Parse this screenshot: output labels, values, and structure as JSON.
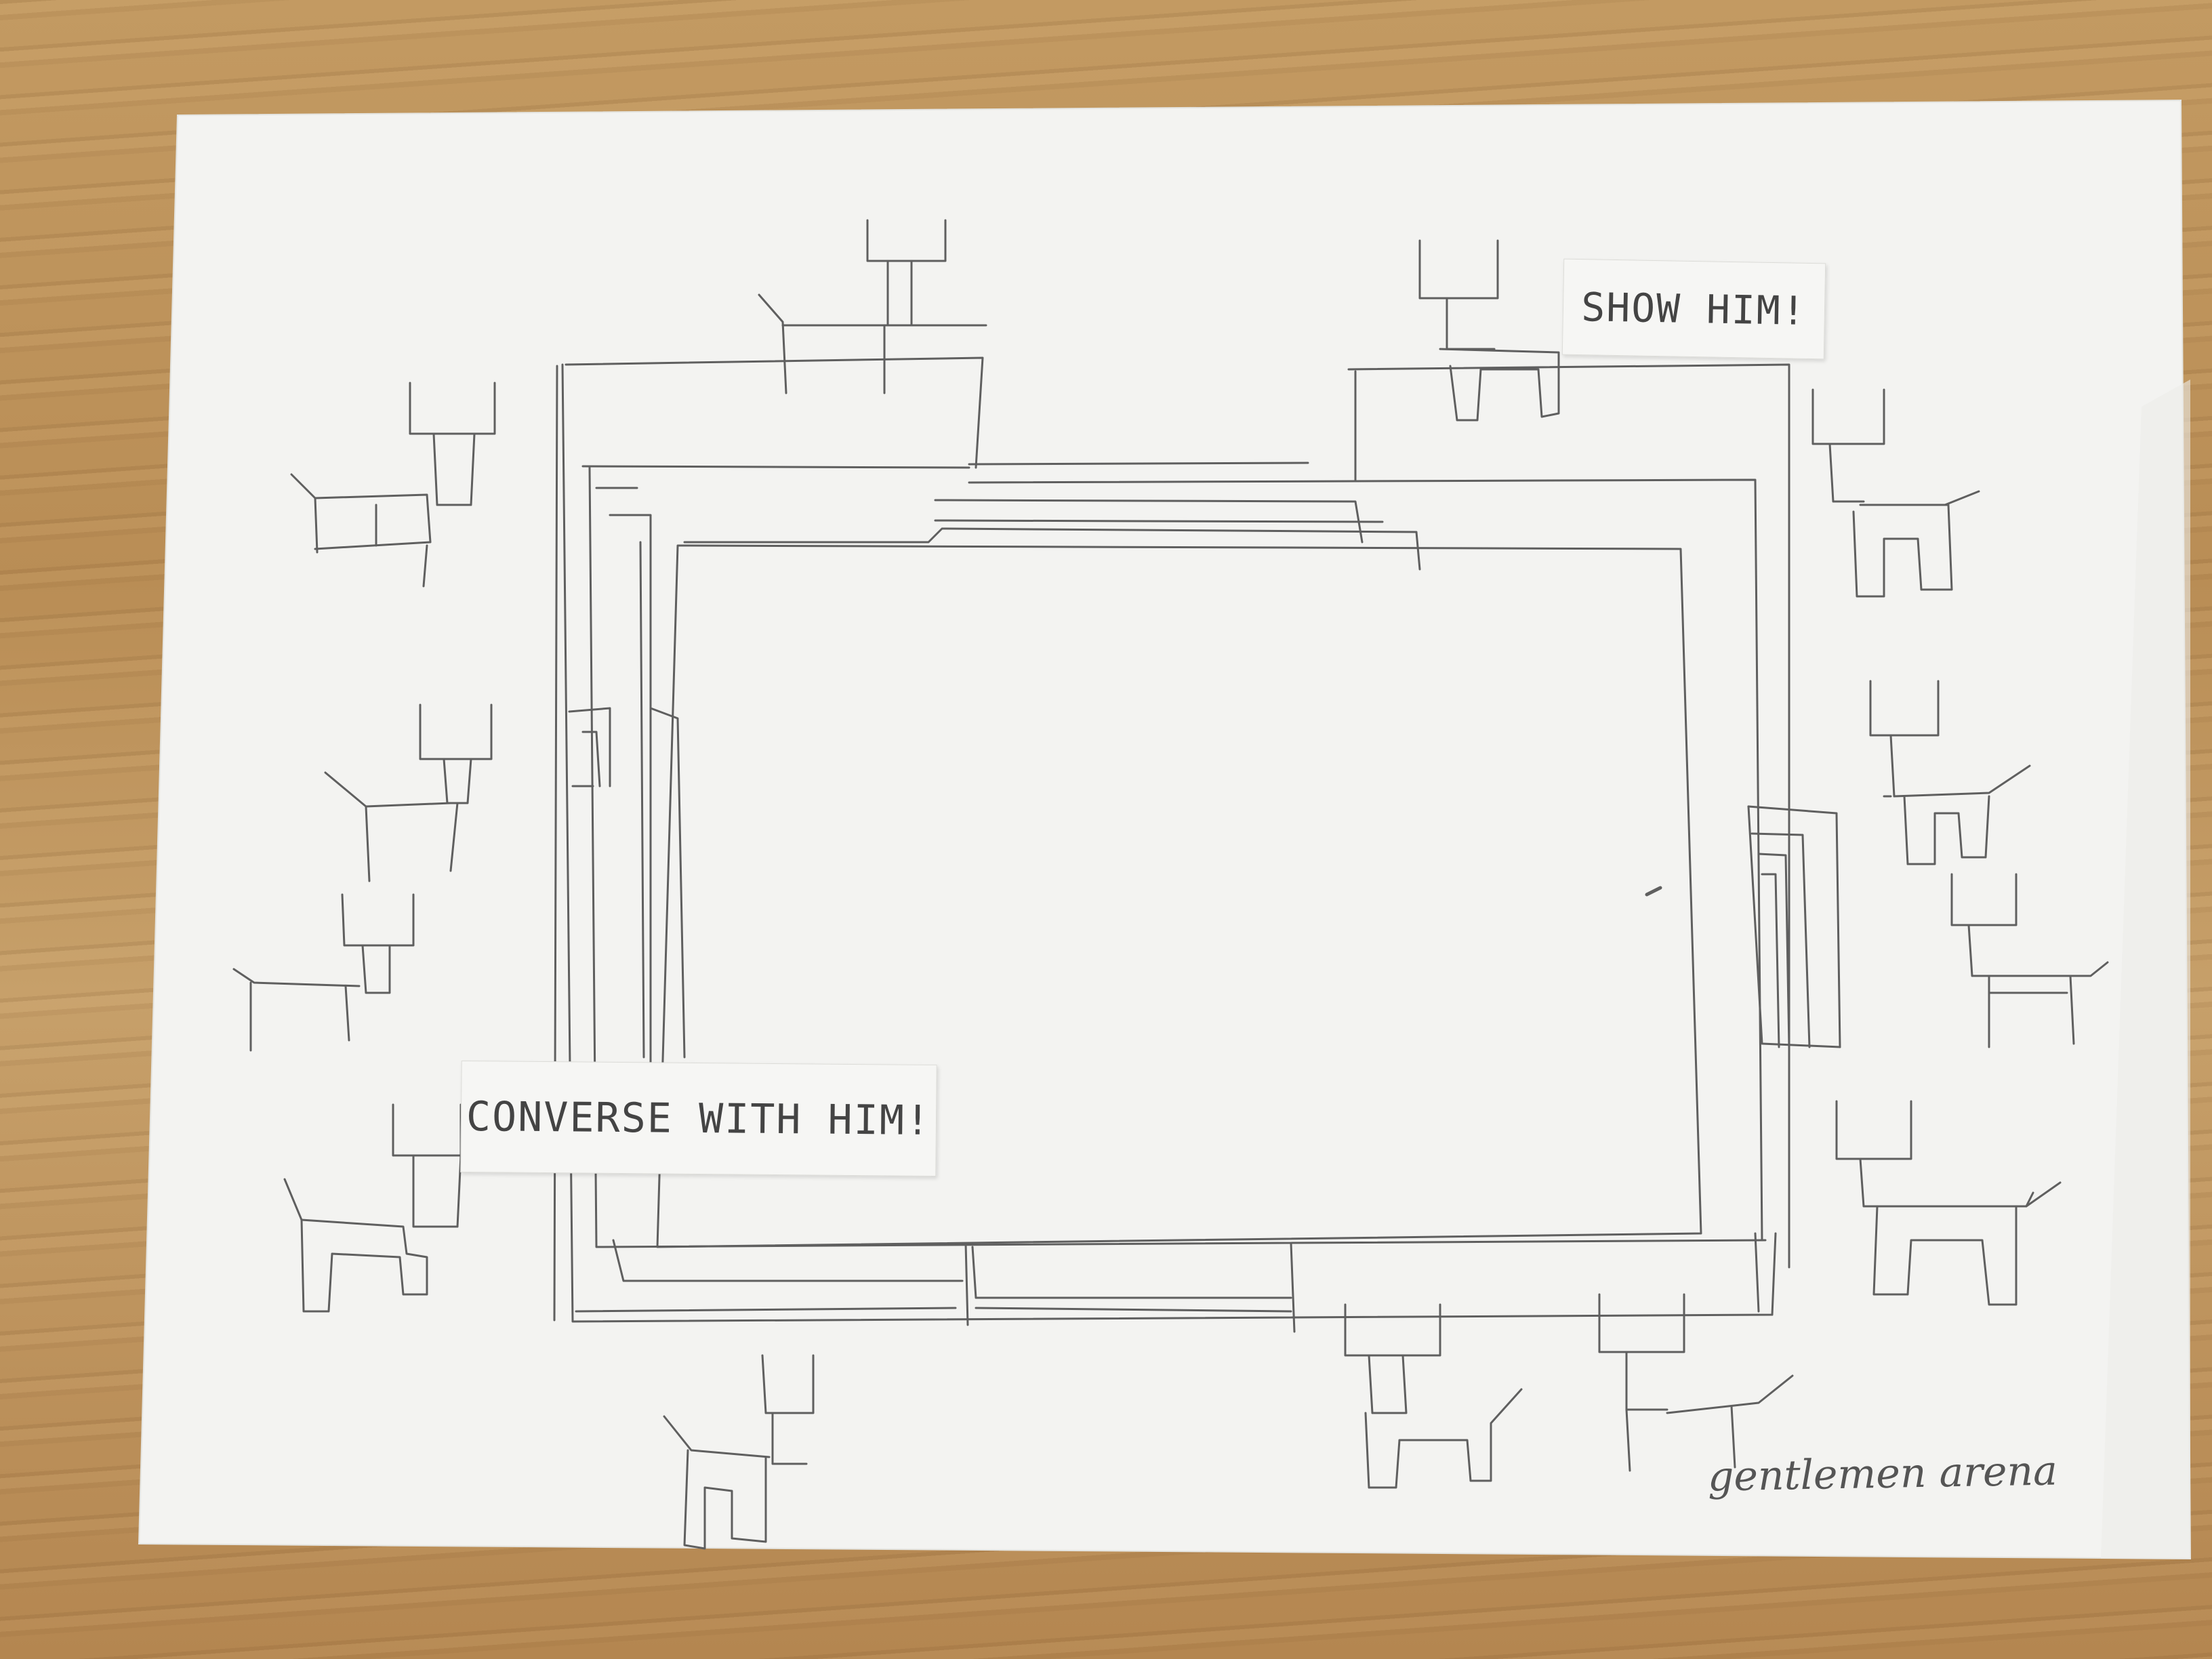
{
  "notes": {
    "top_right": "SHOW HIM!",
    "bottom_left": "CONVERSE WITH HIM!"
  },
  "signature": "gentlemen arena",
  "colors": {
    "table": "#b88d58",
    "paper": "#f2f2f0",
    "pencil": "#5a5a5a"
  }
}
